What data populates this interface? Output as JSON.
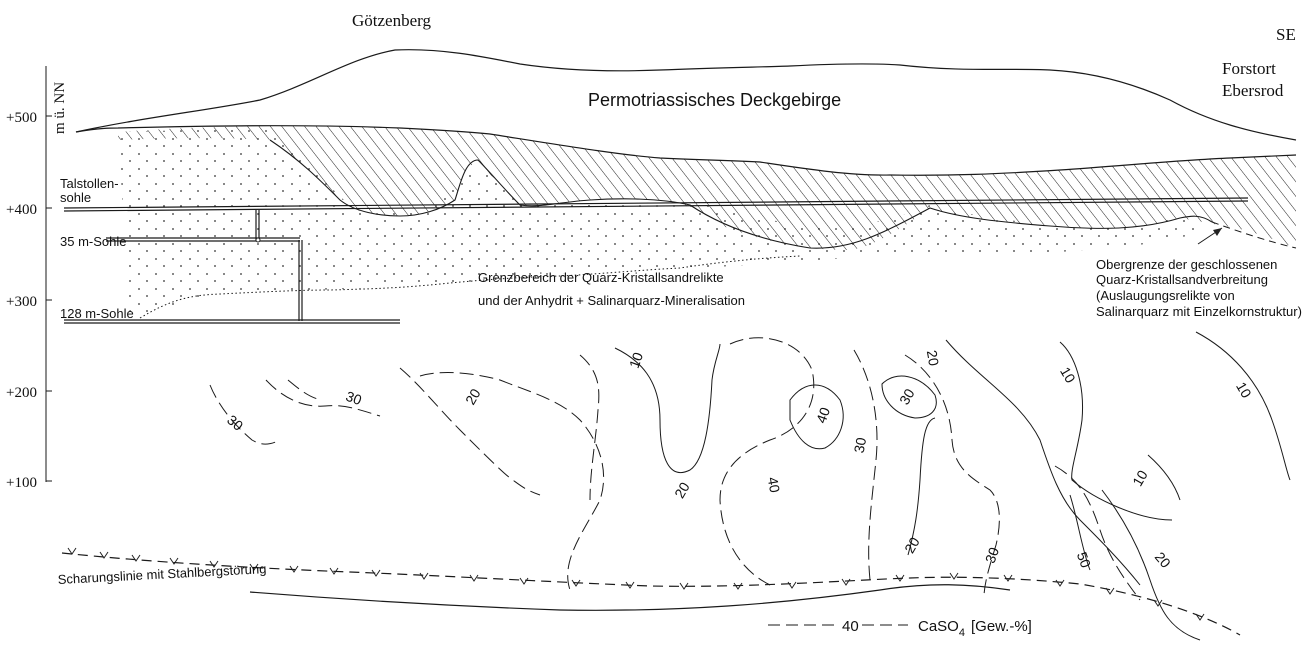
{
  "header": {
    "left_place": "Götzenberg",
    "right_corner": "SE",
    "right_place_1": "Forstort",
    "right_place_2": "Ebersrod"
  },
  "axis": {
    "unit_label": "m ü. NN",
    "ticks": [
      "+500",
      "+400",
      "+300",
      "+200",
      "+100"
    ]
  },
  "labels": {
    "cover_rock": "Permotriassisches Deckgebirge",
    "level_talstollen_1": "Talstollen-",
    "level_talstollen_2": "sohle",
    "level_35m": "35 m-Sohle",
    "level_128m": "128 m-Sohle",
    "boundary_1": "Grenzbereich der Quarz-Kristallsandrelikte",
    "boundary_2": "und der Anhydrit + Salinarquarz-Mineralisation",
    "upper_limit_1": "Obergrenze der geschlossenen",
    "upper_limit_2": "Quarz-Kristallsandverbreitung",
    "upper_limit_3": "(Auslaugungsrelikte von",
    "upper_limit_4": "Salinarquarz mit Einzelkornstruktur)",
    "fault": "Scharungslinie mit Stahlbergstörung"
  },
  "contours": {
    "c1": "30",
    "c2": "30",
    "c3": "20",
    "c4": "10",
    "c5": "20",
    "c6": "40",
    "c7": "30",
    "c8": "10",
    "c9": "10",
    "c10": "30",
    "c11": "20",
    "c12": "40",
    "c13": "10",
    "c14": "20",
    "c15": "30",
    "c16": "50",
    "c17": "20"
  },
  "legend": {
    "sample_value": "40",
    "label": "CaSO",
    "subscript": "4",
    "unit": "[Gew.-%]"
  }
}
